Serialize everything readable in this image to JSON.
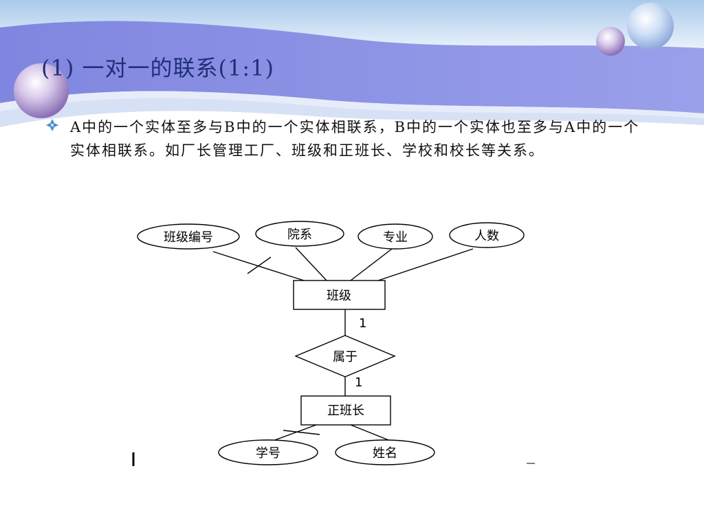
{
  "slide": {
    "title": "(1) 一对一的联系(1:1)",
    "bullet_text": "A中的一个实体至多与B中的一个实体相联系，B中的一个实体也至多与A中的一个实体相联系。如厂长管理工厂、班级和正班长、学校和校长等关系。",
    "bullet_icon": "diamond-bullet-icon"
  },
  "diagram": {
    "attributes_top": [
      "班级编号",
      "院系",
      "专业",
      "人数"
    ],
    "entity_top": "班级",
    "relationship": "属于",
    "entity_bottom": "正班长",
    "attributes_bottom": [
      "学号",
      "姓名"
    ],
    "cardinality_top": "1",
    "cardinality_bottom": "1"
  },
  "colors": {
    "title": "#1f2f7a",
    "banner_band": "#8a8fe0",
    "banner_light": "#c9dcf2",
    "bullet": "#4a8fd0"
  }
}
